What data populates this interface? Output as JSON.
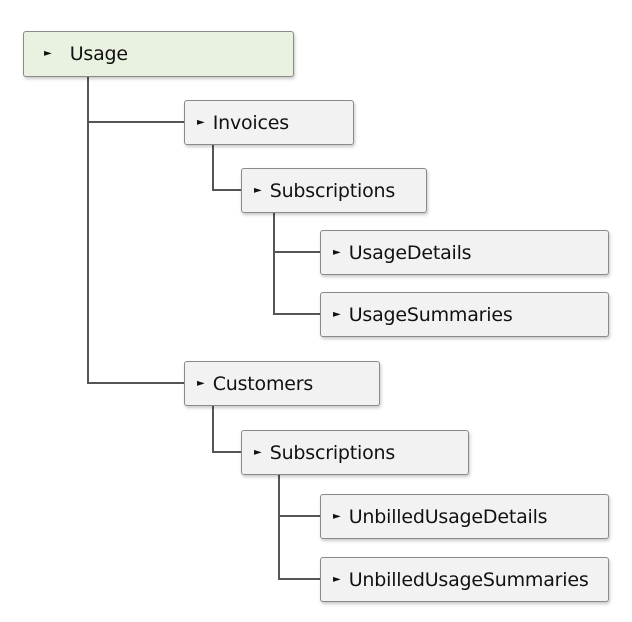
{
  "tree": {
    "usage": {
      "label": "Usage",
      "icon": "caret-right-icon"
    },
    "invoices": {
      "label": "Invoices",
      "icon": "caret-right-icon"
    },
    "invoices_subscriptions": {
      "label": "Subscriptions",
      "icon": "caret-right-icon"
    },
    "usage_details": {
      "label": "UsageDetails",
      "icon": "caret-right-icon"
    },
    "usage_summaries": {
      "label": "UsageSummaries",
      "icon": "caret-right-icon"
    },
    "customers": {
      "label": "Customers",
      "icon": "caret-right-icon"
    },
    "customers_subscriptions": {
      "label": "Subscriptions",
      "icon": "caret-right-icon"
    },
    "unbilled_usage_details": {
      "label": "UnbilledUsageDetails",
      "icon": "caret-right-icon"
    },
    "unbilled_usage_summaries": {
      "label": "UnbilledUsageSummaries",
      "icon": "caret-right-icon"
    }
  },
  "colors": {
    "root_fill": "#e9f2e1",
    "node_fill": "#f2f2f2",
    "node_border": "#8a8a8a",
    "connector": "#555555"
  }
}
